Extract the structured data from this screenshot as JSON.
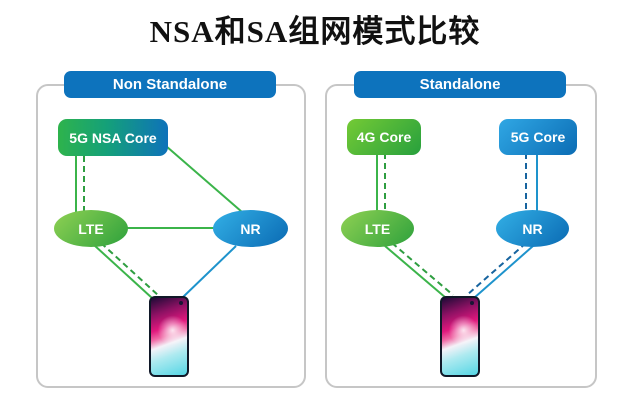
{
  "title": "NSA和SA组网模式比较",
  "panels": {
    "nsa": {
      "header": "Non Standalone",
      "nodes": {
        "core": "5G NSA Core",
        "lte": "LTE",
        "nr": "NR"
      }
    },
    "sa": {
      "header": "Standalone",
      "nodes": {
        "core_4g": "4G Core",
        "core_5g": "5G Core",
        "lte": "LTE",
        "nr": "NR"
      }
    }
  },
  "connections": {
    "nsa": [
      {
        "from": "5G NSA Core",
        "to": "LTE",
        "style": "solid+dashed",
        "color": "green"
      },
      {
        "from": "5G NSA Core",
        "to": "NR",
        "style": "solid",
        "color": "green"
      },
      {
        "from": "LTE",
        "to": "NR",
        "style": "solid",
        "color": "green"
      },
      {
        "from": "LTE",
        "to": "phone",
        "style": "solid+dashed",
        "color": "green"
      },
      {
        "from": "NR",
        "to": "phone",
        "style": "solid",
        "color": "blue"
      }
    ],
    "sa": [
      {
        "from": "4G Core",
        "to": "LTE",
        "style": "solid+dashed",
        "color": "green"
      },
      {
        "from": "5G Core",
        "to": "NR",
        "style": "solid+dashed",
        "color": "blue"
      },
      {
        "from": "LTE",
        "to": "phone",
        "style": "solid+dashed",
        "color": "green"
      },
      {
        "from": "NR",
        "to": "phone",
        "style": "solid+dashed",
        "color": "blue"
      }
    ]
  },
  "icons": {
    "phone": "smartphone-icon"
  },
  "colors": {
    "header_blue": "#0d73bd",
    "green_line": "#3bb44a",
    "green_dash": "#2f9e41",
    "blue_line": "#1e93cc",
    "blue_dash": "#17649f",
    "panel_border": "#c6c6c6",
    "core_nsa_start": "#2eb34c",
    "core_nsa_end": "#0e72ba",
    "core_4g_start": "#74ca35",
    "core_4g_end": "#27a03d",
    "core_5g_start": "#30a7e4",
    "core_5g_end": "#0b6cb4",
    "lte_start": "#90d153",
    "lte_end": "#2da13c",
    "nr_start": "#33b0e6",
    "nr_end": "#0a6ab3",
    "phone_frame": "#101828"
  }
}
